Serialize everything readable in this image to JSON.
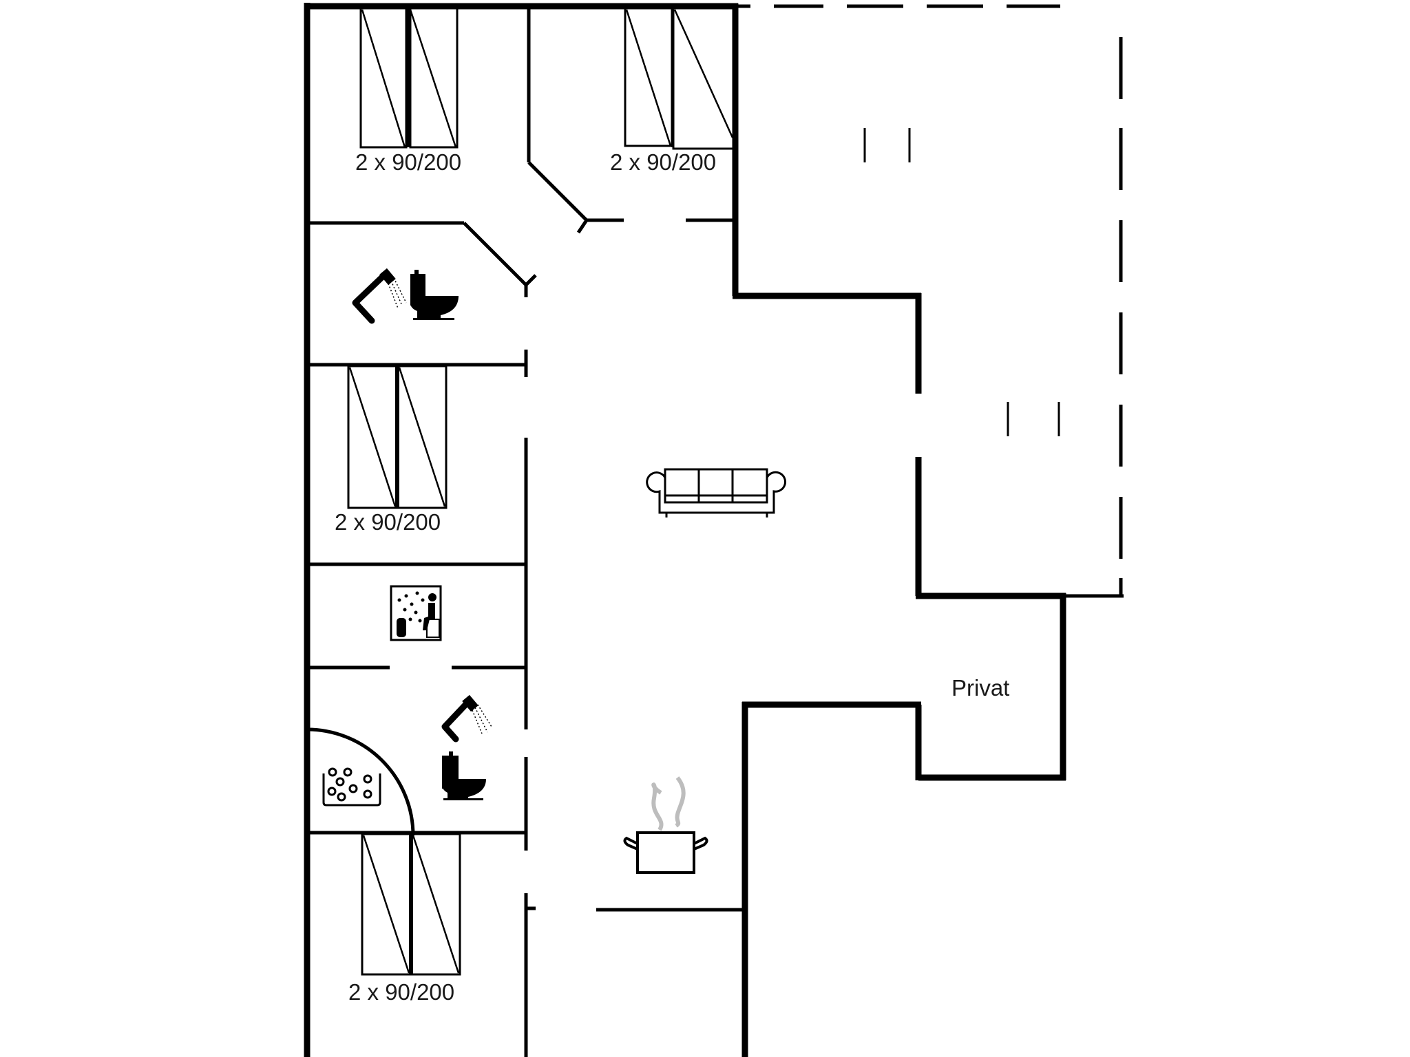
{
  "plan": {
    "type": "floor-plan",
    "colors": {
      "wall": "#000000",
      "background": "#ffffff",
      "steam": "#bdbdbd"
    },
    "bedrooms": [
      {
        "id": "bedroom-1",
        "bed_label": "2 x 90/200"
      },
      {
        "id": "bedroom-2",
        "bed_label": "2 x 90/200"
      },
      {
        "id": "bedroom-3",
        "bed_label": "2 x 90/200"
      },
      {
        "id": "bedroom-4",
        "bed_label": "2 x 90/200"
      }
    ],
    "rooms": {
      "private": {
        "label": "Privat"
      }
    },
    "icons": [
      {
        "name": "shower-icon",
        "room": "bathroom-1"
      },
      {
        "name": "toilet-icon",
        "room": "bathroom-1"
      },
      {
        "name": "sauna-icon",
        "room": "sauna"
      },
      {
        "name": "shower-icon",
        "room": "bathroom-2"
      },
      {
        "name": "toilet-icon",
        "room": "bathroom-2"
      },
      {
        "name": "whirlpool-icon",
        "room": "bathroom-2"
      },
      {
        "name": "sofa-icon",
        "room": "living-room"
      },
      {
        "name": "cooking-pot-icon",
        "room": "kitchen"
      }
    ],
    "terrace": {
      "outline": "dashed"
    }
  }
}
